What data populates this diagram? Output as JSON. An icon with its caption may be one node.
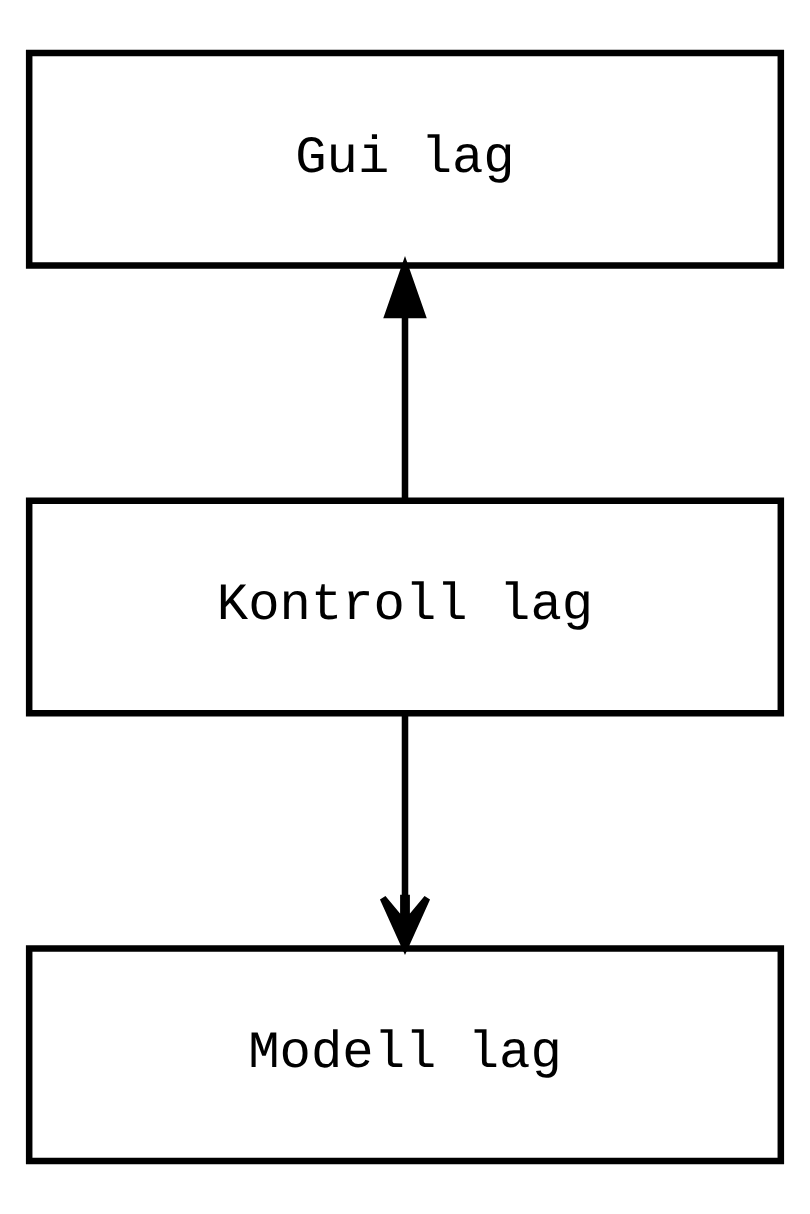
{
  "diagram": {
    "nodes": [
      {
        "text": [
          "Gui lag"
        ]
      },
      {
        "text": [
          "Kontroll lag"
        ]
      },
      {
        "text": [
          "Modell lag"
        ]
      }
    ],
    "edges": [
      {
        "from": 1,
        "to": 0,
        "arrow": "to"
      },
      {
        "from": 1,
        "to": 2,
        "arrow": "to"
      }
    ]
  }
}
